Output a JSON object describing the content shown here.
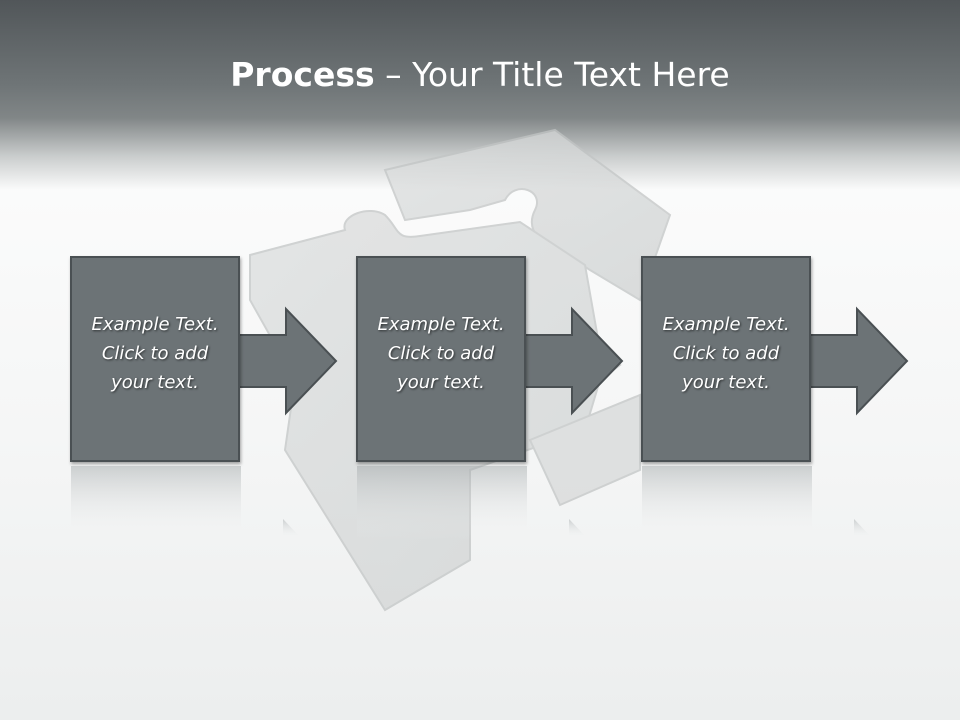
{
  "slide": {
    "title_bold": "Process",
    "title_rest": " – Your Title Text Here"
  },
  "steps": [
    {
      "line1": "Example Text.",
      "line2": "Click  to add",
      "line3": "your text."
    },
    {
      "line1": "Example Text.",
      "line2": "Click  to add",
      "line3": "your text."
    },
    {
      "line1": "Example Text.",
      "line2": "Click  to add",
      "line3": "your text."
    }
  ],
  "colors": {
    "box_fill": "#6c7376",
    "box_border": "#4a5053",
    "header_dark": "#515659",
    "text": "#ffffff"
  },
  "icons": [
    "puzzle-background-icon",
    "arrow-right-icon"
  ]
}
